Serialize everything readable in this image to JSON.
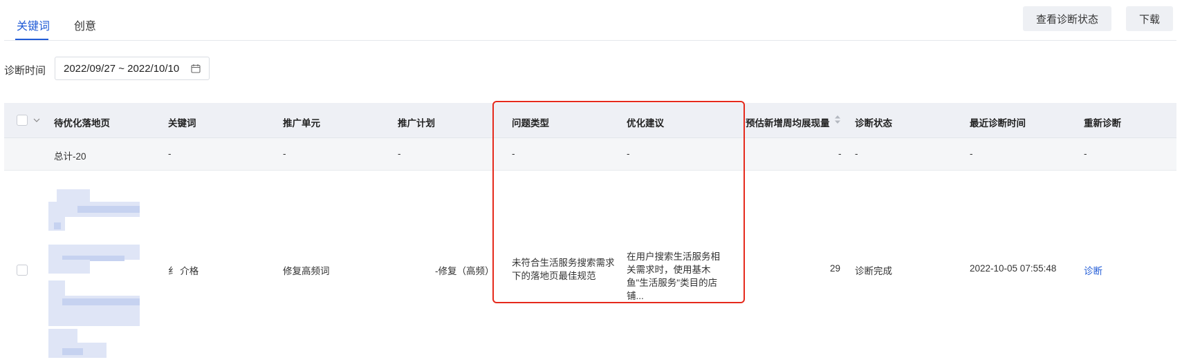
{
  "tabs": [
    {
      "label": "关键词",
      "active": true
    },
    {
      "label": "创意",
      "active": false
    }
  ],
  "actions": {
    "view_status": "查看诊断状态",
    "download": "下载"
  },
  "filter": {
    "label": "诊断时间",
    "date_range": "2022/09/27 ~ 2022/10/10"
  },
  "table": {
    "columns": [
      "待优化落地页",
      "关键词",
      "推广单元",
      "推广计划",
      "问题类型",
      "优化建议",
      "预估新增周均展现量",
      "诊断状态",
      "最近诊断时间",
      "重新诊断"
    ],
    "total": {
      "label": "总计-20",
      "keyword": "-",
      "unit": "-",
      "plan": "-",
      "issue_type": "-",
      "suggestion": "-",
      "impressions": "-",
      "status": "-",
      "last_time": "-",
      "rediagnose": "-"
    },
    "rows": [
      {
        "keyword": "纟       介格",
        "unit": "修复高频词",
        "plan": "-修复（高频）",
        "issue_type": "未符合生活服务搜索需求下的落地页最佳规范",
        "suggestion": "在用户搜索生活服务相关需求时，使用基木鱼\"生活服务\"类目的店铺...",
        "impressions": "29",
        "status": "诊断完成",
        "last_time": "2022-10-05 07:55:48",
        "rediagnose": "诊断"
      }
    ]
  },
  "colors": {
    "accent": "#1f5ad6",
    "highlight_border": "#e5291b",
    "header_bg": "#eef0f5"
  },
  "icons": [
    "calendar-icon",
    "chevron-down-icon",
    "sort-icon"
  ]
}
